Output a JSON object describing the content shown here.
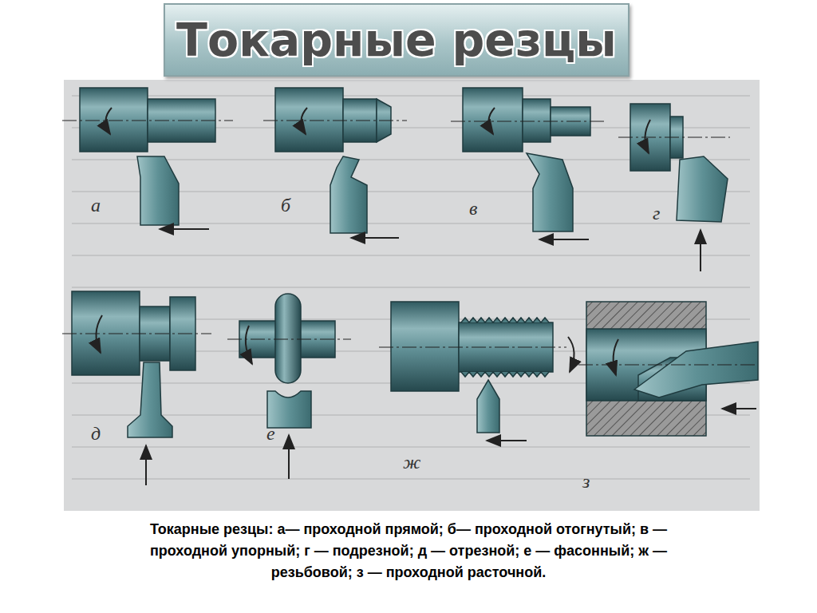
{
  "diagram": {
    "title": "Токарные резцы",
    "caption": "Токарные резцы: а— проходной прямой; б— проходной отогнутый; в — проходной упорный; г — подрезной; д — отрезной; е — фасонный; ж — резьбовой; з — проходной расточной.",
    "labels": [
      "а",
      "б",
      "в",
      "г",
      "д",
      "е",
      "ж",
      "з"
    ]
  }
}
